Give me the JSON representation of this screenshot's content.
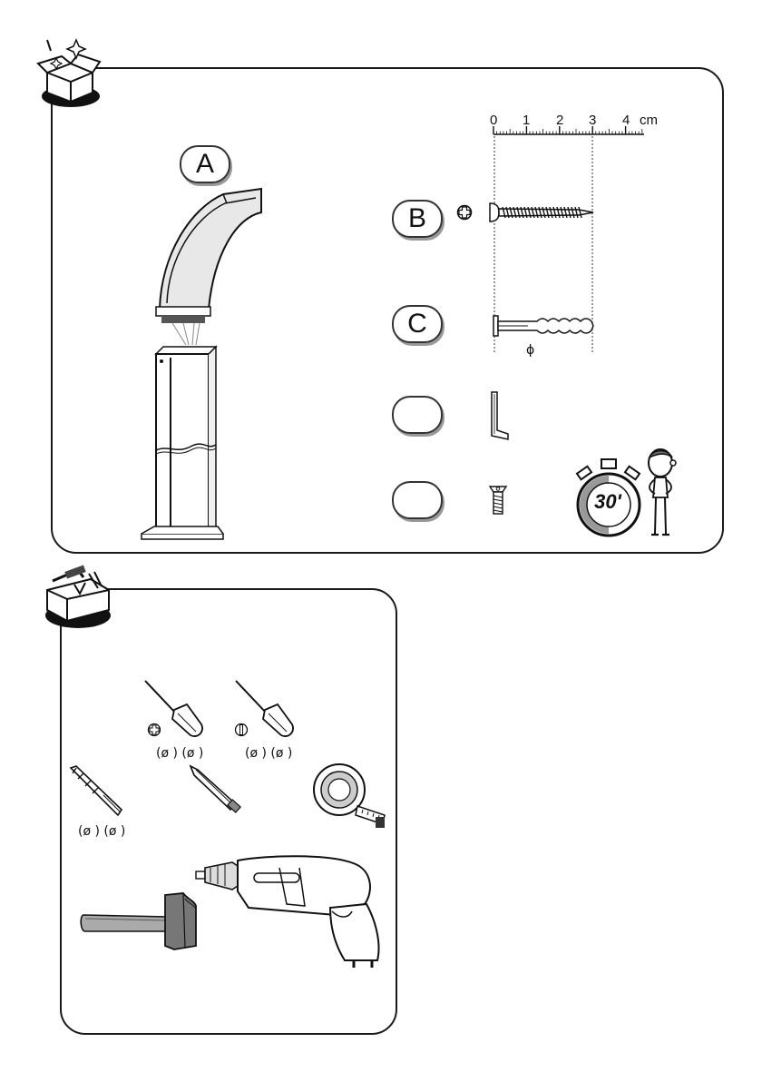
{
  "parts": {
    "a_label": "A",
    "b_label": "B",
    "c_label": "C",
    "d_label": "",
    "e_label": ""
  },
  "ruler": {
    "ticks": [
      "0",
      "1",
      "2",
      "3",
      "4"
    ],
    "unit": "cm"
  },
  "diameter_symbol": "ϕ",
  "timer": {
    "label": "30'"
  },
  "tools": {
    "dia_pair": "(ø ) (ø )"
  },
  "colors": {
    "outline": "#1a1a1a",
    "gray_fill": "#cfcfcf",
    "dark_fill": "#666666"
  }
}
